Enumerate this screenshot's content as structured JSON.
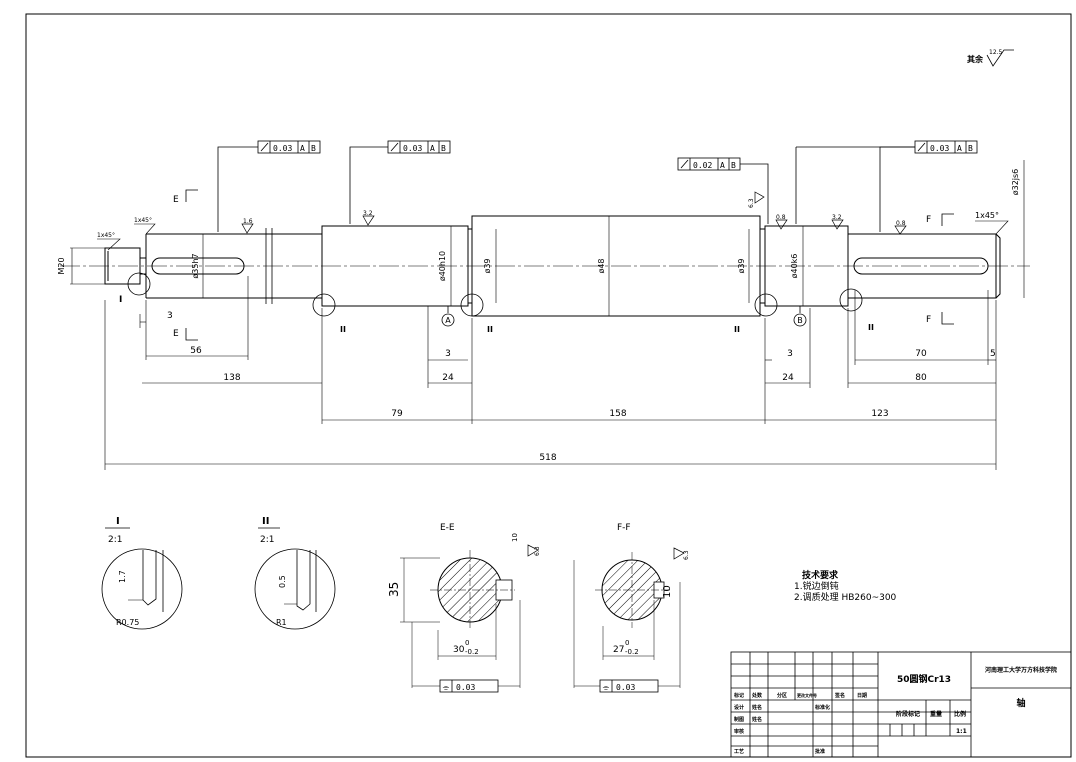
{
  "surface_roughness": {
    "general": {
      "label": "其余",
      "value": "12.5"
    },
    "marks": [
      "1.6",
      "3.2",
      "0.8",
      "3.2",
      "0.8",
      "6.3",
      "6.3",
      "6.3"
    ]
  },
  "tolerance_frames": [
    {
      "value": "0.03",
      "datum1": "A",
      "datum2": "B"
    },
    {
      "value": "0.03",
      "datum1": "A",
      "datum2": "B"
    },
    {
      "value": "0.02",
      "datum1": "A",
      "datum2": "B"
    },
    {
      "value": "0.03",
      "datum1": "A",
      "datum2": "B"
    }
  ],
  "section_labels": {
    "e": "E",
    "f": "F",
    "datum_a": "A",
    "datum_b": "B",
    "detail_i": "I",
    "detail_ii": "II"
  },
  "diameters": {
    "m20": "M20",
    "d35h7": "ø35h7",
    "d40h10": "ø40h10",
    "d39a": "ø39",
    "d48": "ø48",
    "d39b": "ø39",
    "d40k6": "ø40k6",
    "d32js6": "ø32js6"
  },
  "chamfers": {
    "left_outer": "1x45°",
    "left_inner": "1x45°",
    "right": "1x45°"
  },
  "dims": {
    "d3a": "3",
    "d56": "56",
    "d138": "138",
    "d3b": "3",
    "d24a": "24",
    "d79": "79",
    "d158": "158",
    "d3c": "3",
    "d24b": "24",
    "d70": "70",
    "d5": "5",
    "d80": "80",
    "d123": "123",
    "d518": "518"
  },
  "detail_views": {
    "i": {
      "title": "I",
      "scale": "2:1",
      "dim": "1.7",
      "radius": "R0.75"
    },
    "ii": {
      "title": "II",
      "scale": "2:1",
      "dim": "0.5",
      "radius": "R1"
    }
  },
  "sections": {
    "ee": {
      "title": "E-E",
      "height": "35",
      "width_base": "30",
      "width_upper": "0",
      "width_lower": "-0.2",
      "key": "10",
      "sym": "0.03"
    },
    "ff": {
      "title": "F-F",
      "width_base": "27",
      "width_upper": "0",
      "width_lower": "-0.2",
      "key": "10",
      "sym": "0.03"
    }
  },
  "tech_req": {
    "title": "技术要求",
    "items": [
      "1.锐边倒钝",
      "2.调质处理 HB260~300"
    ]
  },
  "title_block": {
    "material": "50圆钢Cr13",
    "school": "河南理工大学万方科技学院",
    "part_name": "轴",
    "scale": "1:1",
    "headers": [
      "标记",
      "处数",
      "分区",
      "更改文件号",
      "签名",
      "日期"
    ],
    "rows": [
      {
        "a": "设计",
        "b": "姓名",
        "c": "标准化"
      },
      {
        "a": "制图",
        "b": "姓名"
      },
      {
        "a": "审核"
      },
      {
        "a": "工艺",
        "c": "批准"
      }
    ],
    "labels": {
      "stage": "阶段标记",
      "weight": "重量",
      "ratio": "比例"
    }
  }
}
